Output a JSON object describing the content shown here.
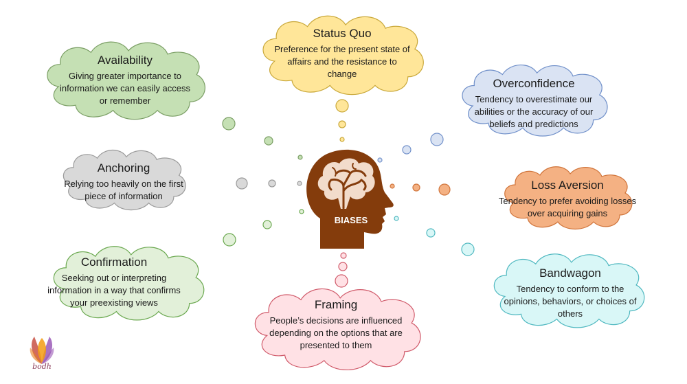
{
  "center": {
    "label": "BIASES"
  },
  "logo": {
    "text": "bodh"
  },
  "biases": [
    {
      "key": "availability",
      "title": "Availability",
      "description": "Giving greater importance to information we can easily access or remember",
      "fill": "#c5e0b4",
      "stroke": "#7a9e64"
    },
    {
      "key": "status-quo",
      "title": "Status Quo",
      "description": "Preference for the present state of affairs and the resistance to change",
      "fill": "#ffe699",
      "stroke": "#c9a83a"
    },
    {
      "key": "overconfidence",
      "title": "Overconfidence",
      "description": "Tendency to overestimate our abilities or the accuracy of our beliefs and predictions",
      "fill": "#dae3f3",
      "stroke": "#6f8fc9"
    },
    {
      "key": "anchoring",
      "title": "Anchoring",
      "description": "Relying too heavily on the first piece of information",
      "fill": "#d9d9d9",
      "stroke": "#9a9a9a"
    },
    {
      "key": "loss-aversion",
      "title": "Loss Aversion",
      "description": "Tendency to prefer avoiding losses over acquiring gains",
      "fill": "#f4b183",
      "stroke": "#d0743a"
    },
    {
      "key": "confirmation",
      "title": "Confirmation",
      "description": "Seeking out or interpreting information in a way that confirms your preexisting views",
      "fill": "#e2f0d9",
      "stroke": "#6aa84f"
    },
    {
      "key": "bandwagon",
      "title": "Bandwagon",
      "description": "Tendency to conform to the opinions, behaviors, or choices of others",
      "fill": "#d9f7f7",
      "stroke": "#4fb8c0"
    },
    {
      "key": "framing",
      "title": "Framing",
      "description": "People’s decisions are influenced depending on the options that are presented to them",
      "fill": "#ffe1e5",
      "stroke": "#d05a6a"
    }
  ],
  "colors": {
    "head": "#843c0c",
    "brain": "#f2dccb"
  }
}
